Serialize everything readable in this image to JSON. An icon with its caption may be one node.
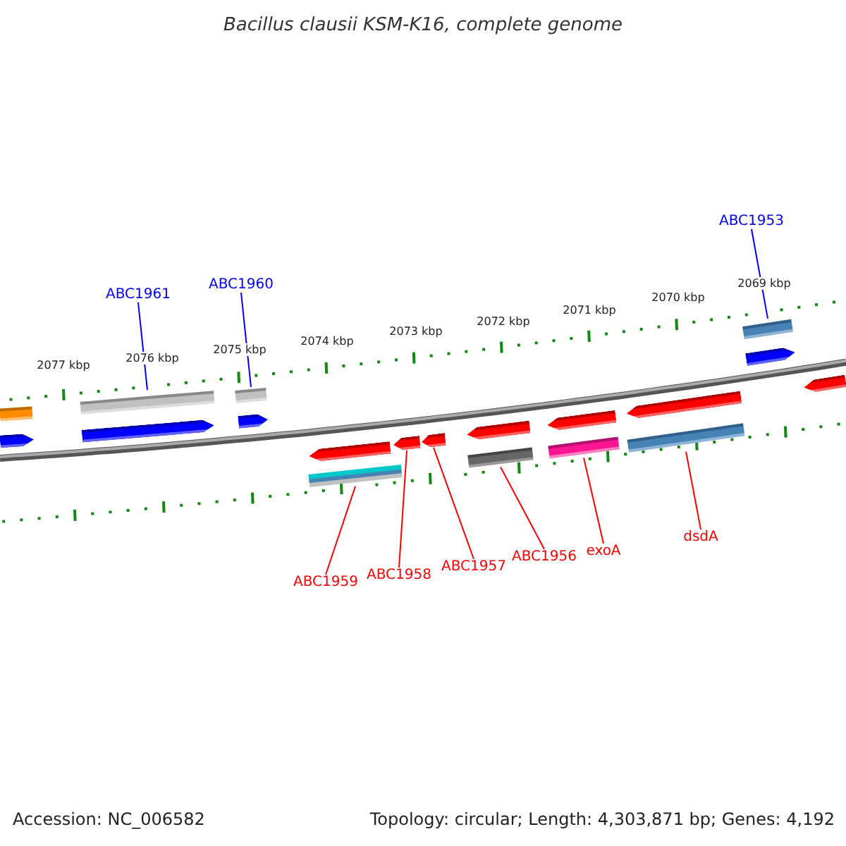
{
  "diagram": {
    "title": "Bacillus clausii KSM-K16, complete genome",
    "nodes": [
      {
        "text": [
          "ABC1953"
        ]
      },
      {
        "text": [
          "ABC1961"
        ]
      },
      {
        "text": [
          "ABC1960"
        ]
      },
      {
        "text": [],
        "shape": "bar"
      },
      {
        "text": [],
        "shape": "bar"
      },
      {
        "text": [],
        "shape": "bar"
      },
      {
        "text": [],
        "shape": "bar"
      },
      {
        "text": [],
        "shape": "bar"
      },
      {
        "text": [],
        "shape": "bar"
      },
      {
        "text": [],
        "shape": "bar"
      },
      {
        "text": [],
        "shape": "bar"
      },
      {
        "text": [],
        "shape": "bar"
      },
      {
        "text": [
          "ABC1959"
        ]
      },
      {
        "text": [
          "ABC1958"
        ]
      },
      {
        "text": [
          "ABC1957"
        ]
      },
      {
        "text": [
          "ABC1956"
        ]
      },
      {
        "text": [
          "exoA"
        ]
      },
      {
        "text": [
          "dsdA"
        ]
      },
      {
        "text": [],
        "shape": "bar"
      },
      {
        "text": [],
        "shape": "bar"
      },
      {
        "text": [],
        "shape": "bar"
      },
      {
        "text": [],
        "shape": "bar"
      },
      {
        "text": [],
        "shape": "bar"
      },
      {
        "text": [],
        "shape": "bar"
      },
      {
        "text": [],
        "shape": "bar"
      },
      {
        "text": [],
        "shape": "bar"
      },
      {
        "text": [],
        "shape": "bar"
      },
      {
        "text": [],
        "shape": "bar"
      }
    ],
    "edges": [
      {
        "from": 0,
        "to": 5,
        "arrow": "none",
        "color": "#0000ff"
      },
      {
        "from": 1,
        "to": 3,
        "arrow": "none",
        "color": "#0000ff"
      },
      {
        "from": 2,
        "to": 4,
        "arrow": "none",
        "color": "#0000ff"
      },
      {
        "from": 12,
        "to": 8,
        "arrow": "none"
      },
      {
        "from": 13,
        "to": 6,
        "arrow": "none"
      },
      {
        "from": 14,
        "to": 7,
        "arrow": "none"
      },
      {
        "from": 15,
        "to": 9,
        "arrow": "none"
      },
      {
        "from": 16,
        "to": 10,
        "arrow": "none"
      },
      {
        "from": 17,
        "to": 11,
        "arrow": "none"
      }
    ],
    "labels": [
      "2069 kbp",
      "2070 kbp",
      "2071 kbp",
      "2072 kbp",
      "2073 kbp",
      "2074 kbp",
      "2075 kbp",
      "2076 kbp",
      "2077 kbp",
      "Accession: NC_006582",
      "Topology: circular; Length: 4,303,871 bp; Genes: 4,192"
    ]
  }
}
